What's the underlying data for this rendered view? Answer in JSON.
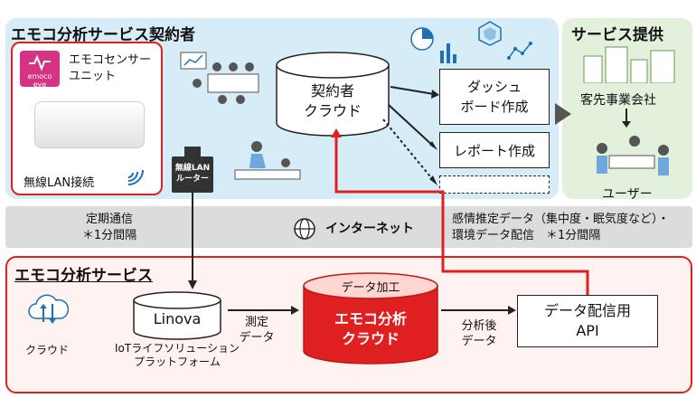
{
  "sections": {
    "contractor_title": "エモコ分析サービス契約者",
    "provider_title": "サービス提供",
    "service_title": "エモコ分析サービス"
  },
  "sensor": {
    "name_line1": "エモコセンサー",
    "name_line2": "ユニット",
    "logo_text": "emoco eye",
    "wireless": "無線LAN接続"
  },
  "router": {
    "line1": "無線LAN",
    "line2": "ルーター"
  },
  "contractor_cloud": {
    "line1": "契約者",
    "line2": "クラウド"
  },
  "outputs": {
    "dashboard_line1": "ダッシュ",
    "dashboard_line2": "ボード作成",
    "report": "レポート作成"
  },
  "provider": {
    "client": "客先事業会社",
    "user": "ユーザー"
  },
  "network": {
    "left_line1": "定期通信",
    "left_line2": "＊1分間隔",
    "internet": "インターネット",
    "right_line1": "感情推定データ（集中度・眠気度など）・",
    "right_line2": "環境データ配信　＊1分間隔"
  },
  "service": {
    "cloud_label": "クラウド",
    "linova": "Linova",
    "linova_sub1": "IoTライフソリューション",
    "linova_sub2": "プラットフォーム",
    "measure_line1": "測定",
    "measure_line2": "データ",
    "processing_top": "データ加工",
    "emoco_line1": "エモコ分析",
    "emoco_line2": "クラウド",
    "analyzed_line1": "分析後",
    "analyzed_line2": "データ",
    "api_line1": "データ配信用",
    "api_line2": "API"
  },
  "colors": {
    "accent_red": "#e02020",
    "panel_blue": "#d6ecf6",
    "panel_green": "#e3f1dc",
    "band_gray": "#dcdcdc"
  }
}
